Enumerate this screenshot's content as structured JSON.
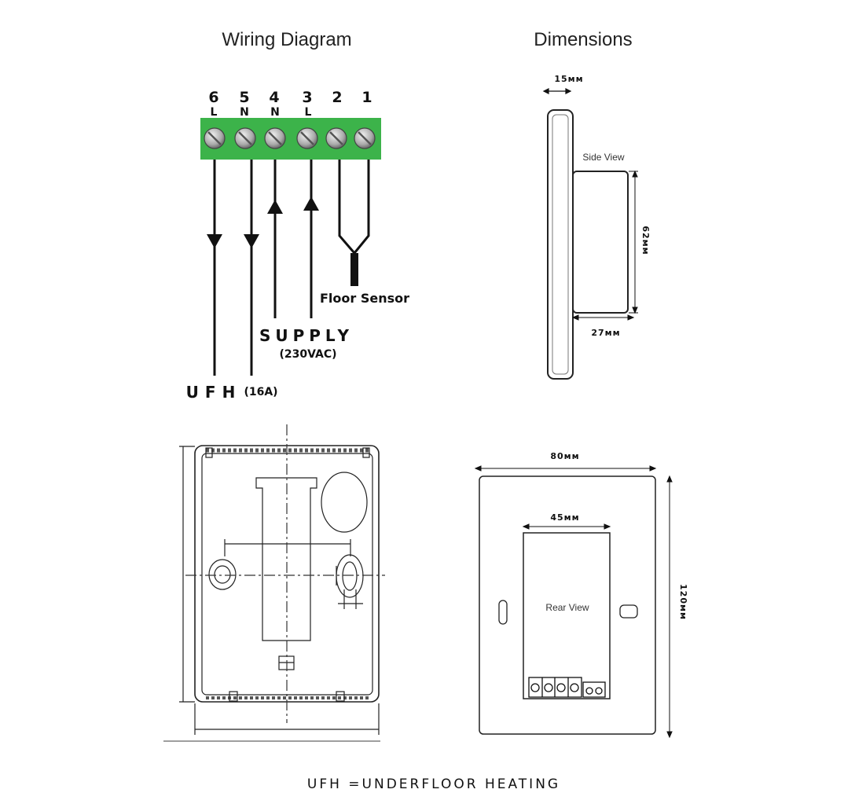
{
  "titles": {
    "wiring": "Wiring Diagram",
    "dimensions": "Dimensions"
  },
  "terminals": [
    {
      "num": "6",
      "label": "L"
    },
    {
      "num": "5",
      "label": "N"
    },
    {
      "num": "4",
      "label": "N"
    },
    {
      "num": "3",
      "label": "L"
    },
    {
      "num": "2",
      "label": ""
    },
    {
      "num": "1",
      "label": ""
    }
  ],
  "wiring_labels": {
    "floor_sensor": "Floor Sensor",
    "supply": "SUPPLY",
    "supply_voltage": "(230VAC)",
    "ufh": "UFH",
    "ufh_current": "(16A)"
  },
  "dimensions": {
    "depth_front": "15мм",
    "side_view": "Side View",
    "side_height": "62мм",
    "side_depth": "27мм",
    "width": "80мм",
    "inner_width": "45мм",
    "height": "120мм",
    "rear_view": "Rear View"
  },
  "colors": {
    "terminal_block": "#3cb34a",
    "line": "#111111"
  },
  "footer": "UFH =UNDERFLOOR HEATING"
}
